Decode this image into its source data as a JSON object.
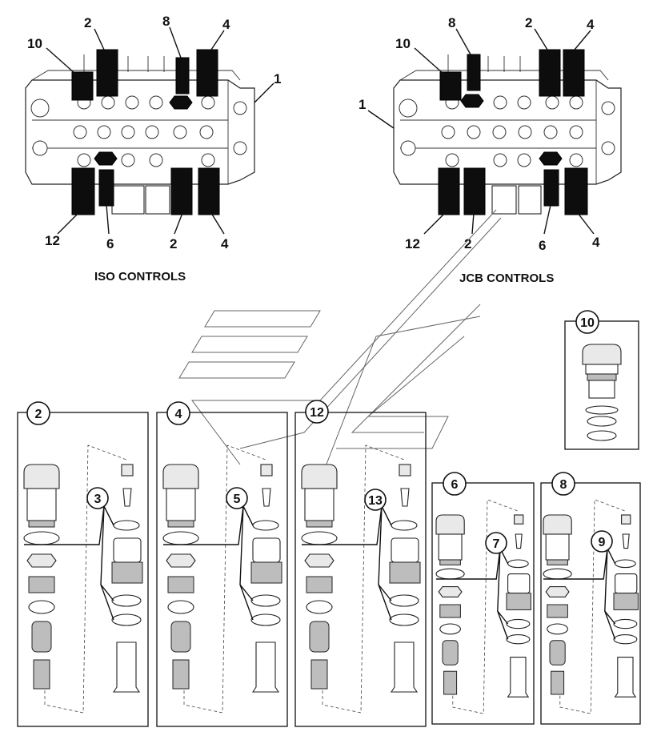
{
  "iso_valve": {
    "caption": "ISO CONTROLS",
    "callouts": {
      "top_10": "10",
      "top_2": "2",
      "top_8": "8",
      "top_4": "4",
      "body_1": "1",
      "bot_12": "12",
      "bot_6": "6",
      "bot_2": "2",
      "bot_4": "4"
    }
  },
  "jcb_valve": {
    "caption": "JCB CONTROLS",
    "callouts": {
      "top_10": "10",
      "top_8": "8",
      "top_2": "2",
      "top_4": "4",
      "body_1": "1",
      "bot_12": "12",
      "bot_2": "2",
      "bot_6": "6",
      "bot_4": "4"
    }
  },
  "detail_panels": [
    {
      "number": "2",
      "inner_callout": "3"
    },
    {
      "number": "4",
      "inner_callout": "5"
    },
    {
      "number": "12",
      "inner_callout": "13"
    },
    {
      "number": "6",
      "inner_callout": "7"
    },
    {
      "number": "8",
      "inner_callout": "9"
    }
  ],
  "cap_panel": {
    "number": "10"
  }
}
